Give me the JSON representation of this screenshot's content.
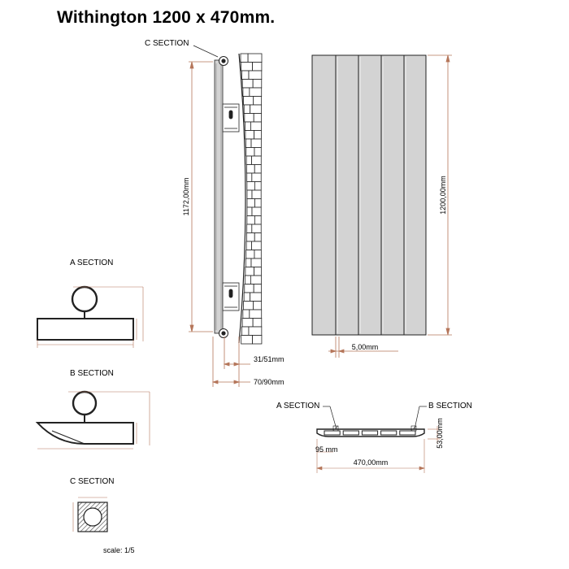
{
  "title": "Withington 1200 x 470mm.",
  "labels": {
    "c_section_top": "C SECTION",
    "a_section": "A SECTION",
    "b_section": "B SECTION",
    "c_section": "C SECTION",
    "a_section_plan": "A SECTION",
    "b_section_plan": "B SECTION",
    "scale": "scale: 1/5"
  },
  "dimensions": {
    "side_height": "1172,00mm",
    "front_height": "1200,00mm",
    "wall_gap": "31/51mm",
    "projection": "70/90mm",
    "column_gap": "5,00mm",
    "plan_width": "470,00mm",
    "plan_depth": "53,00mm",
    "plan_offset": "95 mm"
  },
  "colors": {
    "panel_fill": "#d3d3d3",
    "dim_line": "#b5765a",
    "outline": "#222222"
  }
}
